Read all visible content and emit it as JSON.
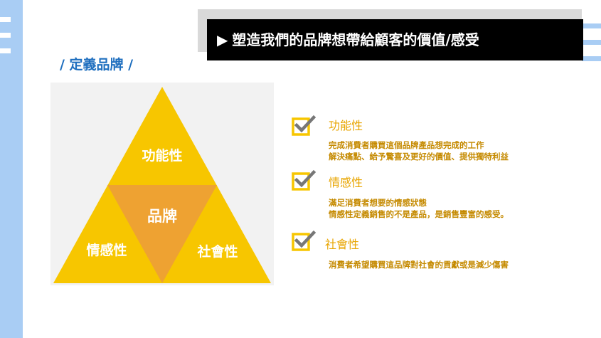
{
  "slide": {
    "title_icon": "triangle-right-icon",
    "title": "塑造我們的品牌想帶給顧客的價值/感受",
    "section_label": "/ 定義品牌 /"
  },
  "pyramid": {
    "top_label": "功能性",
    "center_label": "品牌",
    "left_label": "情感性",
    "right_label": "社會性",
    "colors": {
      "outer": "#f7c600",
      "inner": "#eea232",
      "panel": "#f2f2f2"
    }
  },
  "items": [
    {
      "icon": "checkbox-check-icon",
      "title": "功能性",
      "lines": [
        "完成消費者購買這個品牌產品想完成的工作",
        "解決痛點、給予驚喜及更好的價值、提供獨特利益"
      ]
    },
    {
      "icon": "checkbox-check-icon",
      "title": "情感性",
      "lines": [
        "滿足消費者想要的情感狀態",
        "情感性定義銷售的不是產品，是銷售豐富的感受。"
      ]
    },
    {
      "icon": "checkbox-check-icon",
      "title": "社會性",
      "lines": [
        "消費者希望購買這品牌對社會的貢獻或是減少傷害"
      ]
    }
  ],
  "colors": {
    "accent_blue": "#1f6fbf",
    "side_band": "#a9cdf4",
    "gold": "#e8a500",
    "check_gray": "#777777"
  }
}
